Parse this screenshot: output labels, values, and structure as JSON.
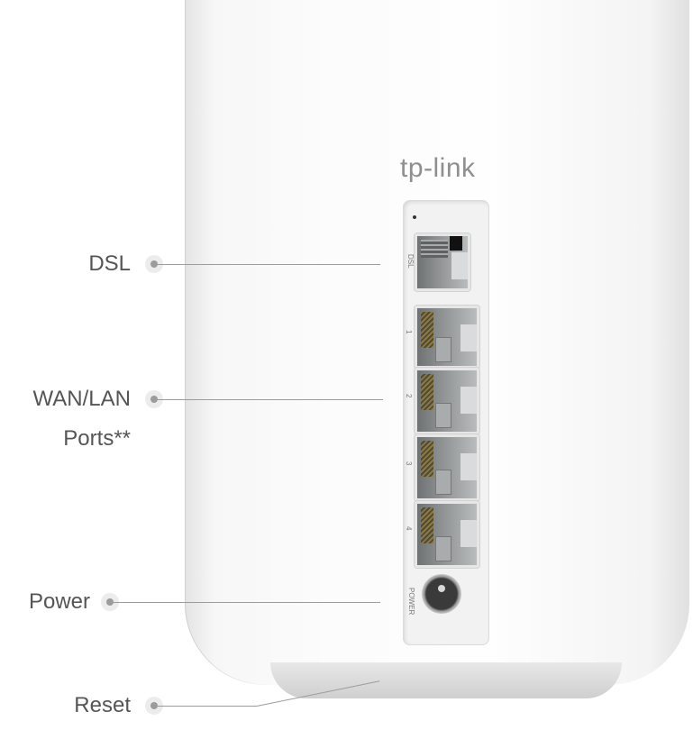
{
  "device": {
    "brand_logo": "tp-link",
    "panel_labels": {
      "dsl": "DSL",
      "ports": [
        "1",
        "2",
        "3",
        "4"
      ],
      "power": "POWER"
    }
  },
  "callouts": {
    "dsl": "DSL",
    "wan_lan_line1": "WAN/LAN",
    "wan_lan_line2": "Ports**",
    "power": "Power",
    "reset": "Reset"
  }
}
